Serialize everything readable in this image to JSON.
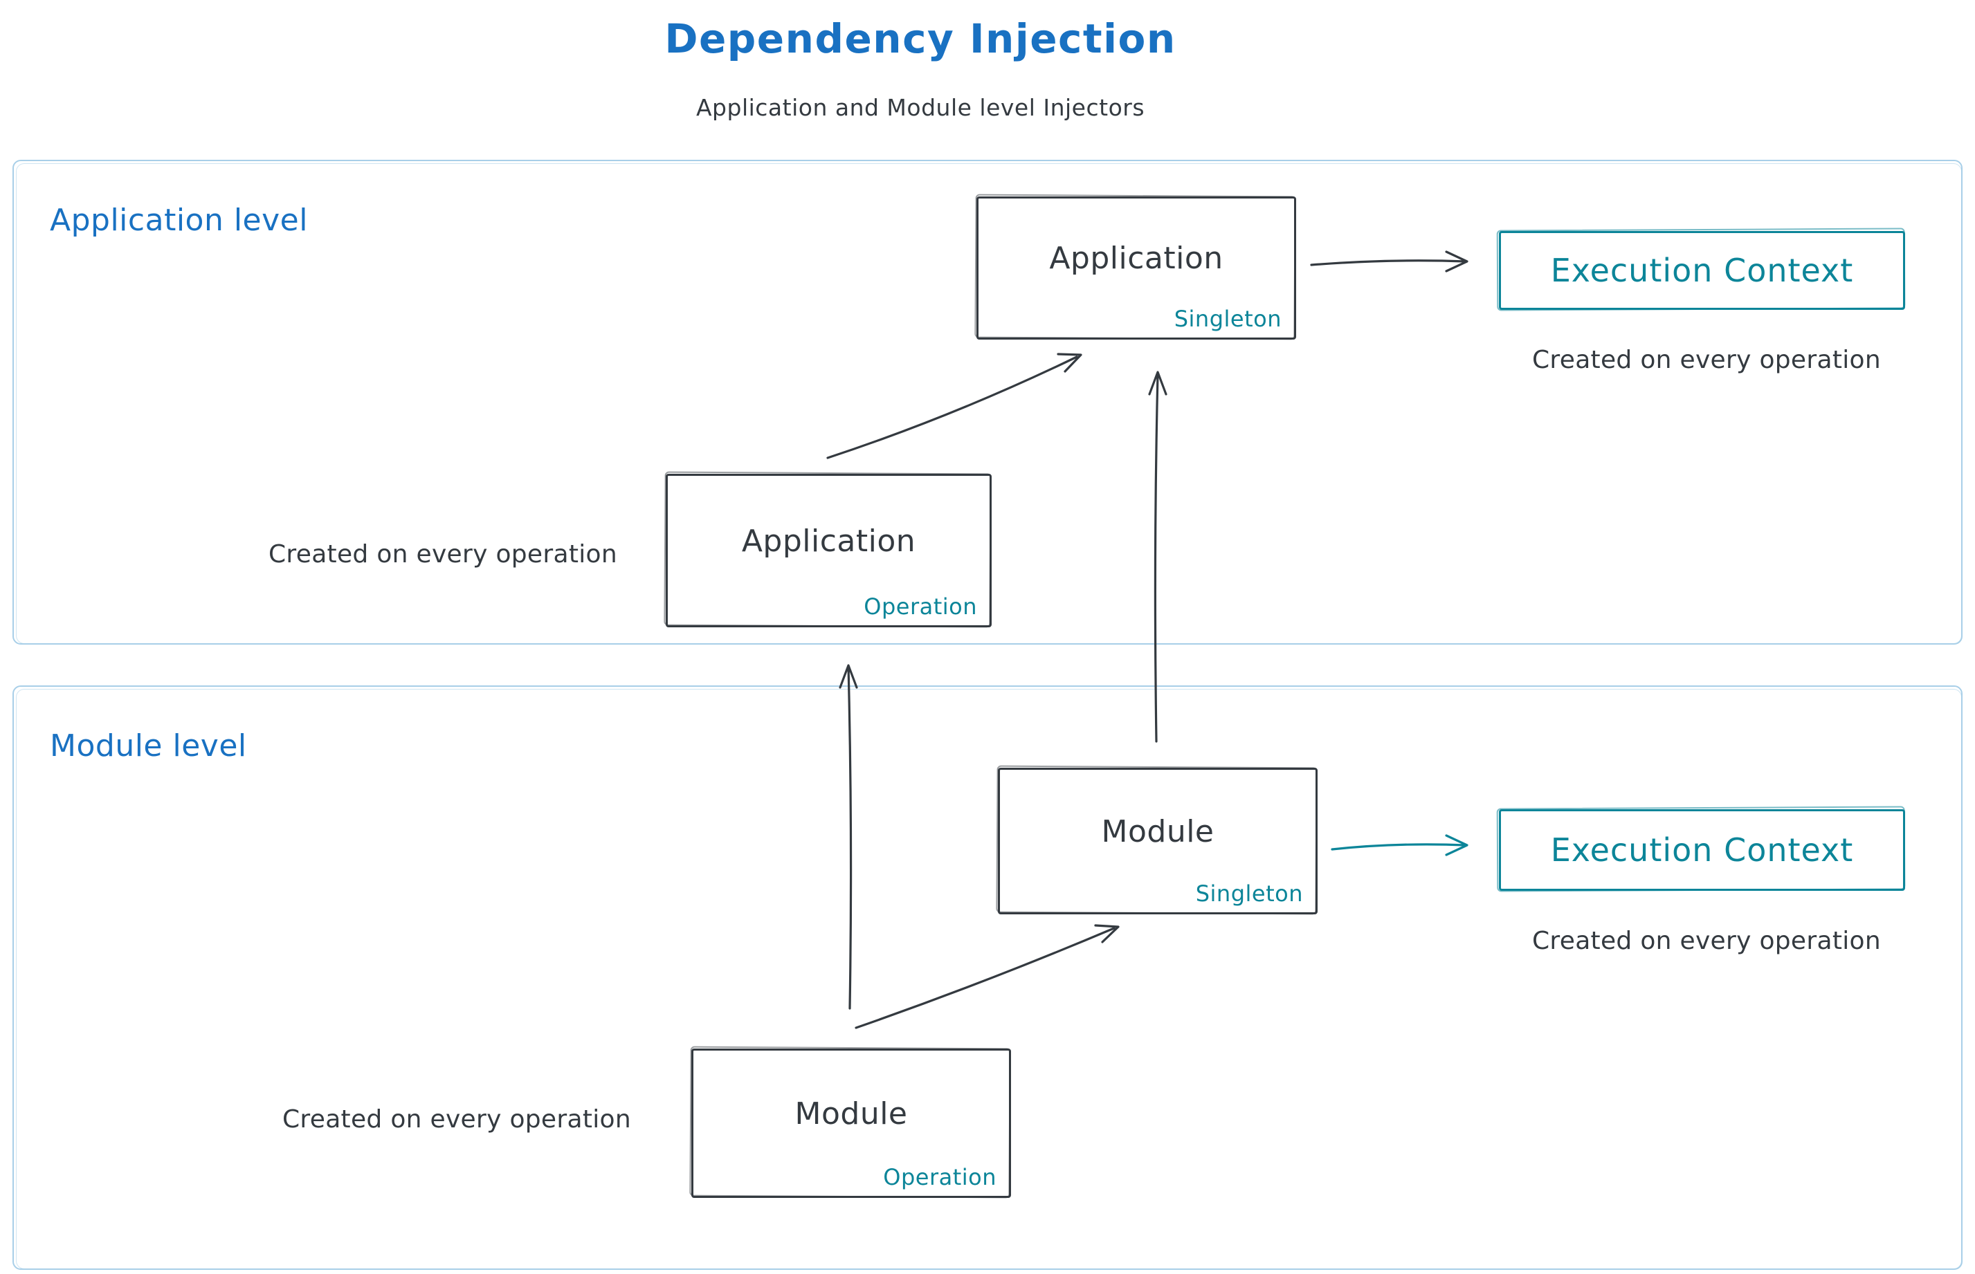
{
  "title": "Dependency Injection",
  "subtitle": "Application and Module level Injectors",
  "colors": {
    "blue": "#1971c2",
    "dark": "#343a40",
    "teal": "#0c8599",
    "frame_border": "#a8cfe8",
    "background": "#ffffff"
  },
  "sections": {
    "application": {
      "label": "Application level",
      "singleton_box": {
        "title": "Application",
        "subtitle": "Singleton"
      },
      "operation_box": {
        "title": "Application",
        "subtitle": "Operation"
      },
      "execution_context": {
        "label": "Execution Context"
      },
      "execution_note": "Created on every operation",
      "operation_note": "Created on every operation"
    },
    "module": {
      "label": "Module level",
      "singleton_box": {
        "title": "Module",
        "subtitle": "Singleton"
      },
      "operation_box": {
        "title": "Module",
        "subtitle": "Operation"
      },
      "execution_context": {
        "label": "Execution Context"
      },
      "execution_note": "Created on every operation",
      "operation_note": "Created on every operation"
    }
  }
}
